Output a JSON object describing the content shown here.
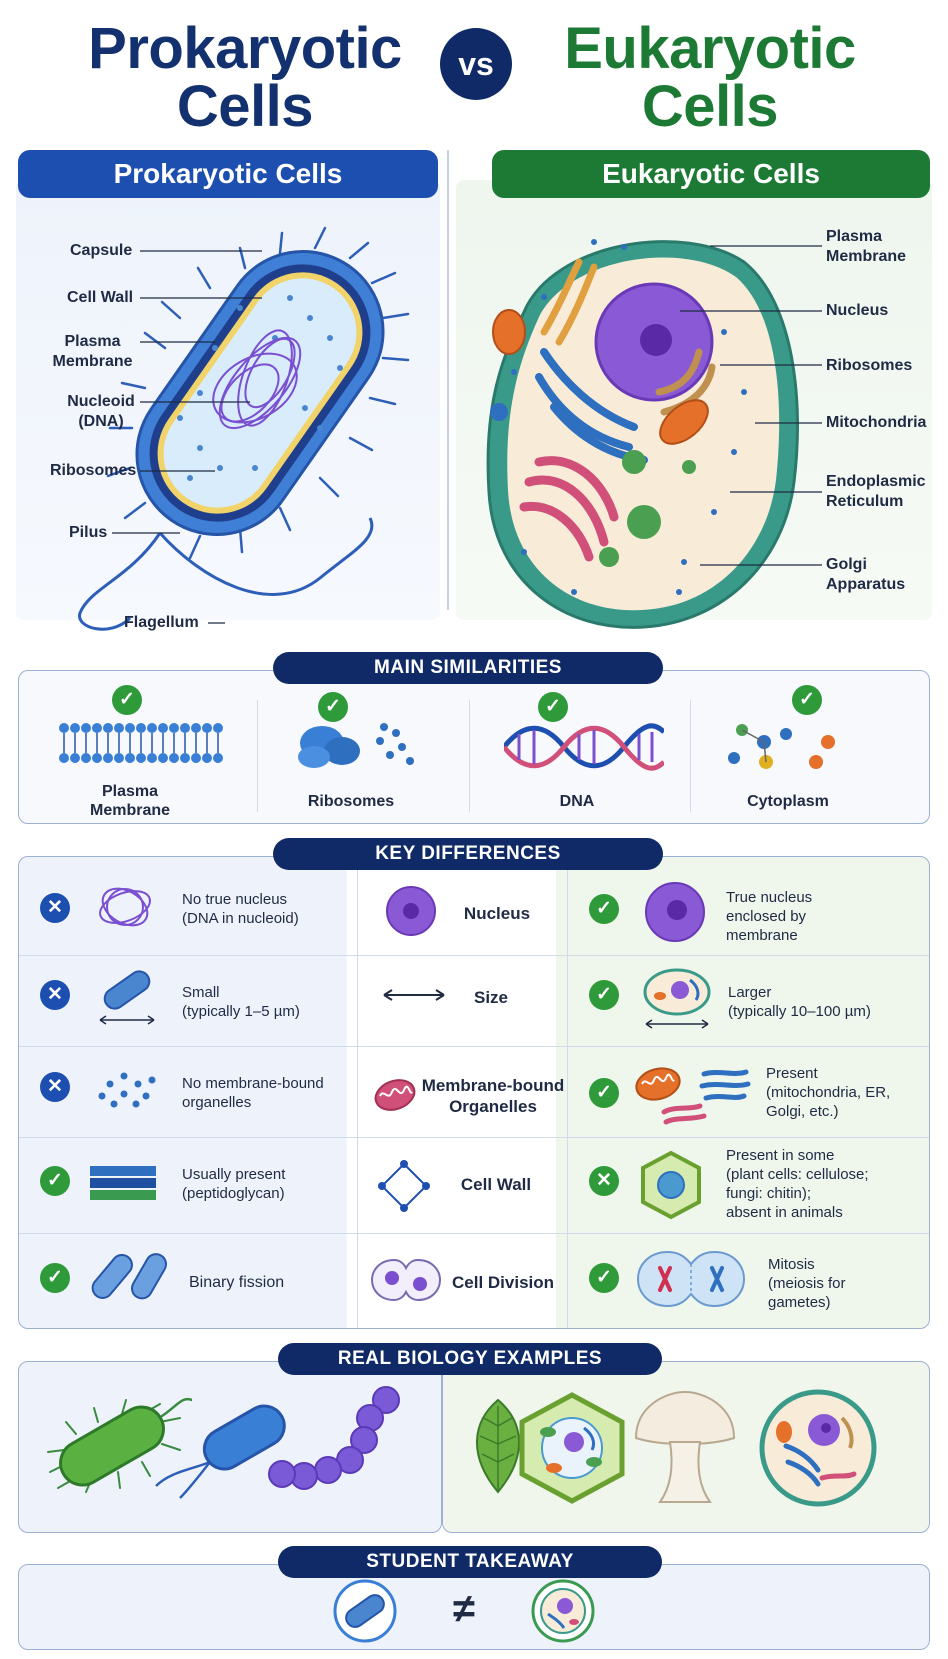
{
  "title": {
    "left_line1": "Prokaryotic",
    "left_line2": "Cells",
    "vs": "vs",
    "right_line1": "Eukaryotic",
    "right_line2": "Cells"
  },
  "panels": {
    "prokaryotic_header": "Prokaryotic Cells",
    "eukaryotic_header": "Eukaryotic Cells"
  },
  "prokaryotic_labels": {
    "capsule": "Capsule",
    "cell_wall": "Cell Wall",
    "plasma_membrane_1": "Plasma",
    "plasma_membrane_2": "Membrane",
    "nucleoid_1": "Nucleoid",
    "nucleoid_2": "(DNA)",
    "ribosomes": "Ribosomes",
    "pilus": "Pilus",
    "flagellum": "Flagellum"
  },
  "eukaryotic_labels": {
    "plasma_membrane_1": "Plasma",
    "plasma_membrane_2": "Membrane",
    "nucleus": "Nucleus",
    "ribosomes": "Ribosomes",
    "mitochondria": "Mitochondria",
    "er_1": "Endoplasmic",
    "er_2": "Reticulum",
    "golgi_1": "Golgi",
    "golgi_2": "Apparatus"
  },
  "similarities": {
    "banner": "MAIN SIMILARITIES",
    "items": [
      {
        "line1": "Plasma",
        "line2": "Membrane"
      },
      {
        "line1": "Ribosomes",
        "line2": ""
      },
      {
        "line1": "DNA",
        "line2": ""
      },
      {
        "line1": "Cytoplasm",
        "line2": ""
      }
    ]
  },
  "differences": {
    "banner": "KEY DIFFERENCES",
    "rows": [
      {
        "left": [
          "No true nucleus",
          "(DNA in nucleoid)"
        ],
        "mid": [
          "Nucleus"
        ],
        "right": [
          "True nucleus",
          "enclosed by",
          "membrane"
        ],
        "left_mark": "cross",
        "right_mark": "check"
      },
      {
        "left": [
          "Small",
          "(typically 1–5 µm)"
        ],
        "mid": [
          "Size"
        ],
        "right": [
          "Larger",
          "(typically 10–100 µm)"
        ],
        "left_mark": "cross",
        "right_mark": "check"
      },
      {
        "left": [
          "No membrane-bound",
          "organelles"
        ],
        "mid": [
          "Membrane-bound",
          "Organelles"
        ],
        "right": [
          "Present",
          "(mitochondria, ER,",
          "Golgi, etc.)"
        ],
        "left_mark": "cross",
        "right_mark": "check"
      },
      {
        "left": [
          "Usually present",
          "(peptidoglycan)"
        ],
        "mid": [
          "Cell Wall"
        ],
        "right": [
          "Present in some",
          "(plant cells: cellulose;",
          "fungi: chitin);",
          "absent in animals"
        ],
        "left_mark": "check",
        "right_mark": "cross"
      },
      {
        "left": [
          "Binary fission"
        ],
        "mid": [
          "Cell Division"
        ],
        "right": [
          "Mitosis",
          "(meiosis for",
          "gametes)"
        ],
        "left_mark": "check",
        "right_mark": "check"
      }
    ]
  },
  "examples": {
    "banner": "REAL BIOLOGY EXAMPLES"
  },
  "takeaway": {
    "banner": "STUDENT TAKEAWAY",
    "symbol": "≠"
  },
  "colors": {
    "navy": "#0f2a66",
    "prokaryote_blue": "#1d4fb0",
    "eukaryote_green": "#1c7a35",
    "check_green": "#2f9a3a"
  }
}
